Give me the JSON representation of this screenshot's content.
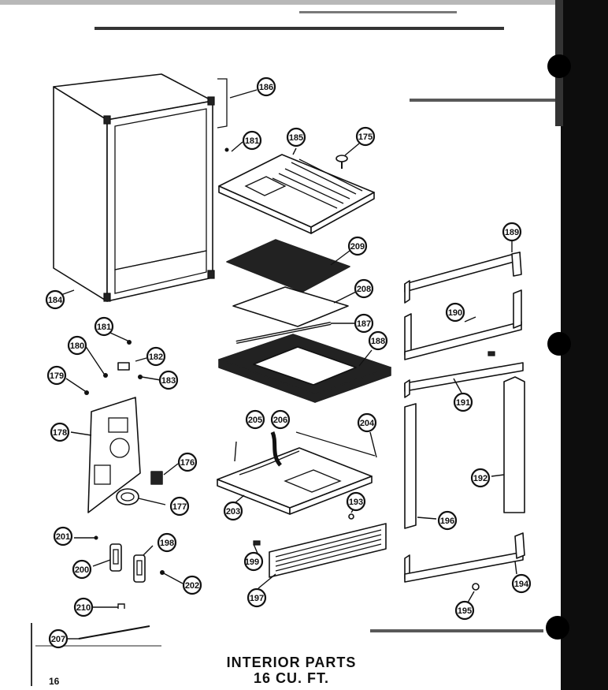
{
  "title_line1": "INTERIOR PARTS",
  "title_line2": "16 CU. FT.",
  "page_number": "16",
  "callouts": [
    "175",
    "176",
    "177",
    "178",
    "179",
    "180",
    "181",
    "181",
    "182",
    "183",
    "184",
    "185",
    "186",
    "187",
    "188",
    "189",
    "190",
    "191",
    "192",
    "193",
    "194",
    "195",
    "196",
    "196",
    "197",
    "198",
    "199",
    "200",
    "201",
    "202",
    "203",
    "204",
    "205",
    "206",
    "207",
    "208",
    "209",
    "210"
  ]
}
